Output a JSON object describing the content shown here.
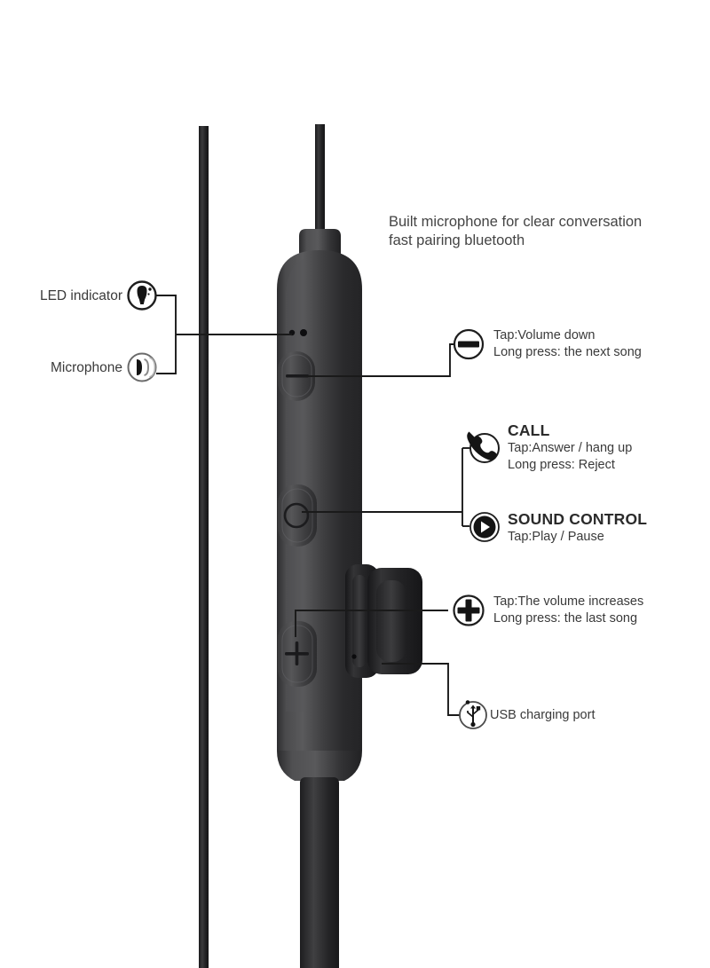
{
  "diagram": {
    "title": "Bluetooth earphone control module callout diagram",
    "background_color": "#ffffff",
    "line_color": "#1a1a1a",
    "text_color": "#3a3a3a",
    "device_color": "#3b3b3d"
  },
  "callouts": {
    "header": {
      "line1": "Built microphone for clear conversation",
      "line2": "fast pairing bluetooth"
    },
    "led_indicator": {
      "label": "LED indicator",
      "icon": "led-bulb-icon"
    },
    "microphone": {
      "label": "Microphone",
      "icon": "microphone-icon"
    },
    "volume_down": {
      "icon": "minus-circle-icon",
      "line1": "Tap:Volume down",
      "line2": "Long press: the next song"
    },
    "call": {
      "icon": "phone-handset-icon",
      "title": "CALL",
      "line1": "Tap:Answer / hang up",
      "line2": "Long press: Reject"
    },
    "sound_control": {
      "icon": "play-circle-icon",
      "title": "SOUND CONTROL",
      "line1": "Tap:Play / Pause"
    },
    "volume_up": {
      "icon": "plus-circle-icon",
      "line1": "Tap:The volume increases",
      "line2": "Long press: the last song"
    },
    "usb_port": {
      "icon": "usb-icon",
      "label": "USB charging port"
    }
  }
}
